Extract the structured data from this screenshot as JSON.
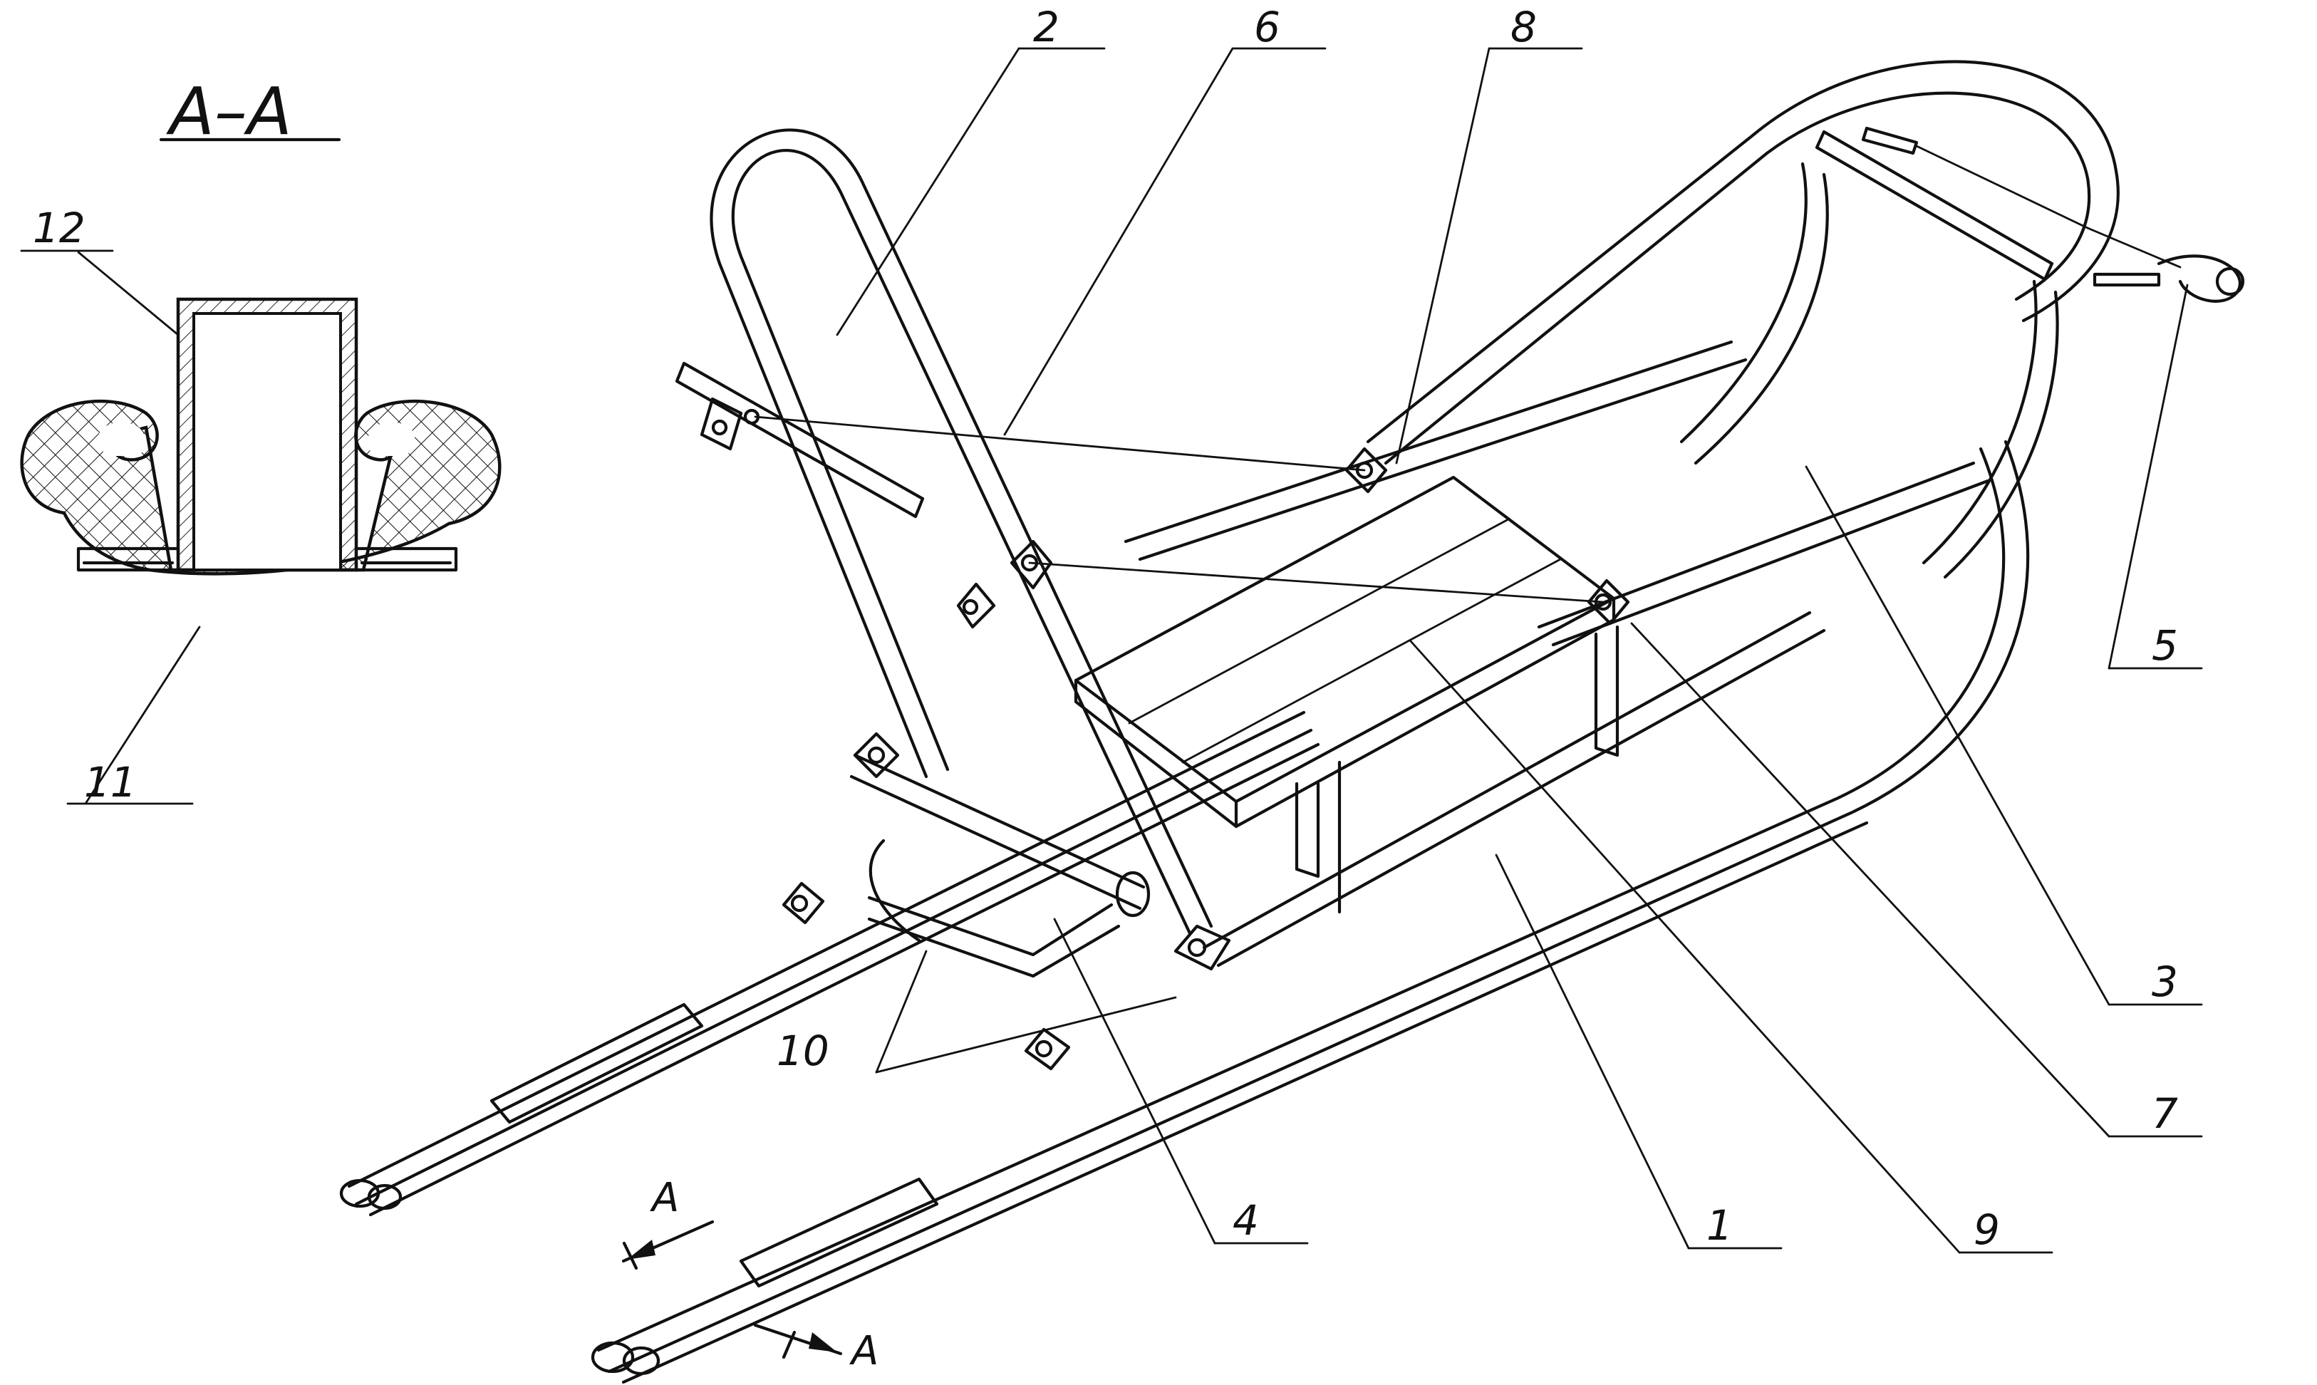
{
  "section_title": "A–A",
  "section_marks": [
    "A",
    "A"
  ],
  "callouts": {
    "c1": "1",
    "c2": "2",
    "c3": "3",
    "c4": "4",
    "c5": "5",
    "c6": "6",
    "c7": "7",
    "c8": "8",
    "c9": "9",
    "c10": "10",
    "c11": "11",
    "c12": "12"
  },
  "colors": {
    "ink": "#111111",
    "paper": "#ffffff"
  }
}
